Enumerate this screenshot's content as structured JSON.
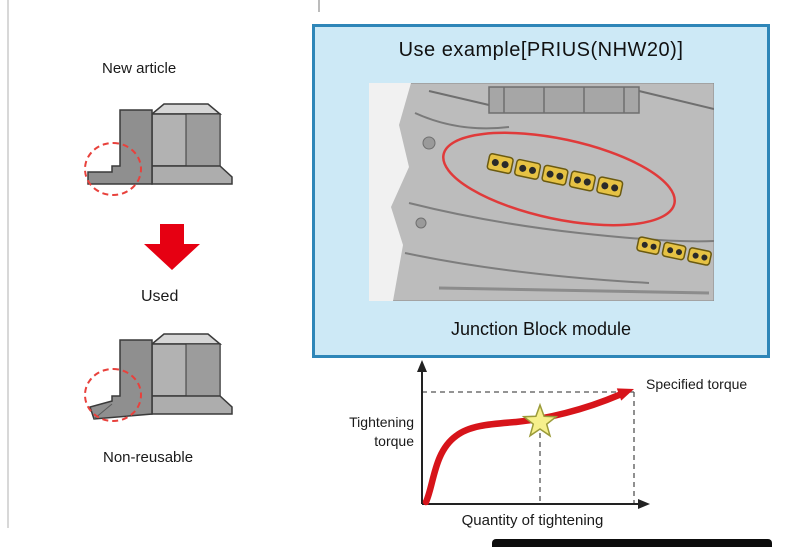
{
  "left_panel": {
    "new_article_label": "New article",
    "used_label": "Used",
    "non_reusable_label": "Non-reusable"
  },
  "example_panel": {
    "title": "Use example[PRIUS(NHW20)]",
    "caption": "Junction Block module"
  },
  "chart_data": {
    "type": "line",
    "title": "",
    "xlabel": "Quantity of tightening",
    "ylabel": "Tightening torque",
    "ylabel_lines": [
      "Tightening",
      "torque"
    ],
    "annotation": "Specified torque",
    "description": "Red S-curve: tightening torque rises steeply, plateaus at a star marker, then rises to the specified torque at upper right; dashed guide lines mark the star position and the specified torque level.",
    "series": [
      {
        "name": "Tightening torque curve",
        "x": [
          0,
          1,
          2,
          3,
          4,
          5
        ],
        "y": [
          0,
          55,
          70,
          74,
          82,
          100
        ]
      }
    ],
    "marker": {
      "shape": "star",
      "x": 3,
      "y": 74
    },
    "axis_ranges": {
      "x": [
        0,
        5
      ],
      "y": [
        0,
        100
      ]
    },
    "grid": false,
    "legend": false
  },
  "colors": {
    "panel_bg": "#cde9f6",
    "panel_border": "#2e86b8",
    "arrow_red": "#e60012",
    "curve_red": "#d7141a",
    "star_fill": "#f6f08c",
    "highlight_circle_red": "#e8413c",
    "connector_yellow": "#e6c244"
  }
}
